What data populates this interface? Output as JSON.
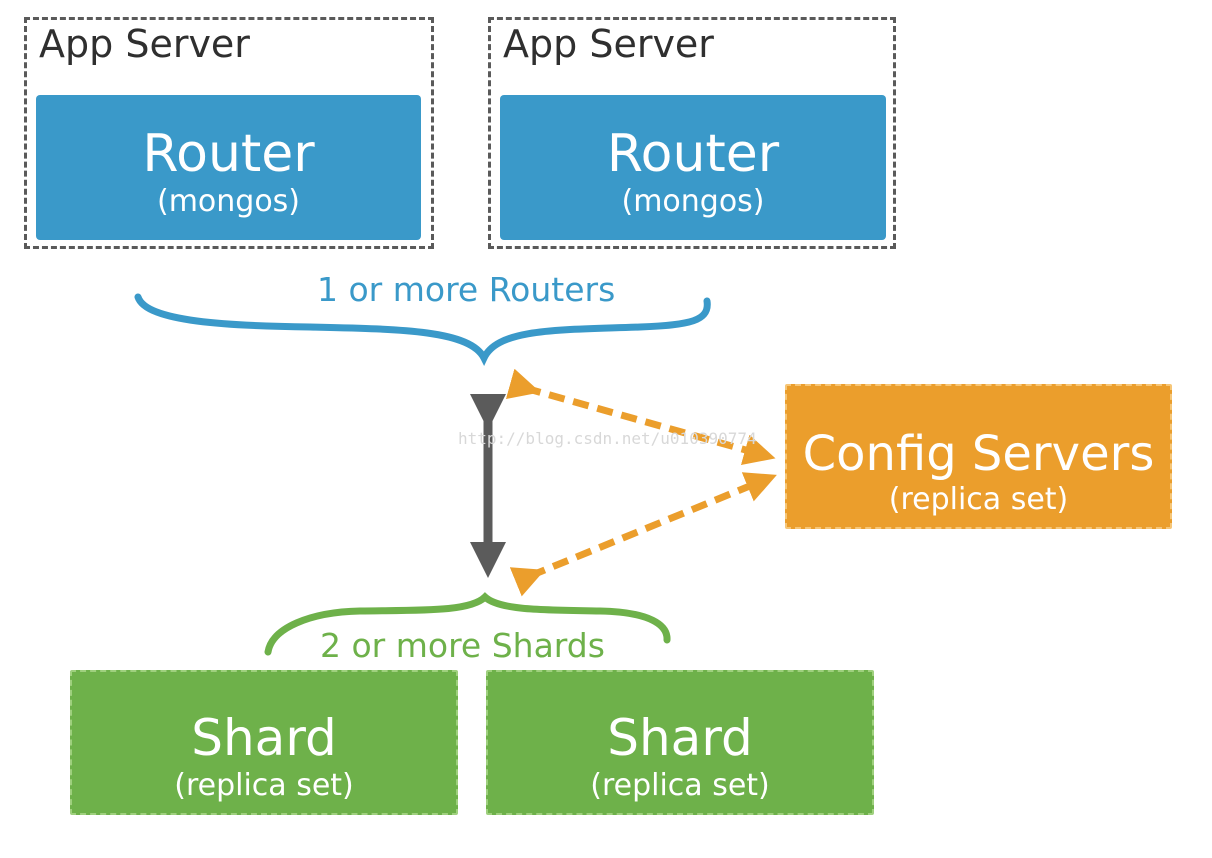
{
  "app_servers": [
    {
      "title": "App Server",
      "router_title": "Router",
      "router_subtitle": "(mongos)"
    },
    {
      "title": "App Server",
      "router_title": "Router",
      "router_subtitle": "(mongos)"
    }
  ],
  "routers_label": "1 or more Routers",
  "config_servers": {
    "title": "Config Servers",
    "subtitle": "(replica set)"
  },
  "shards_label": "2 or more Shards",
  "shards": [
    {
      "title": "Shard",
      "subtitle": "(replica set)"
    },
    {
      "title": "Shard",
      "subtitle": "(replica set)"
    }
  ],
  "watermark": "http://blog.csdn.net/u010390774",
  "colors": {
    "router_blue": "#3a99c9",
    "config_orange": "#eb9e2c",
    "shard_green": "#6eb14a",
    "arrow_gray": "#5b5b5b",
    "border_gray": "#5a5a5a"
  }
}
